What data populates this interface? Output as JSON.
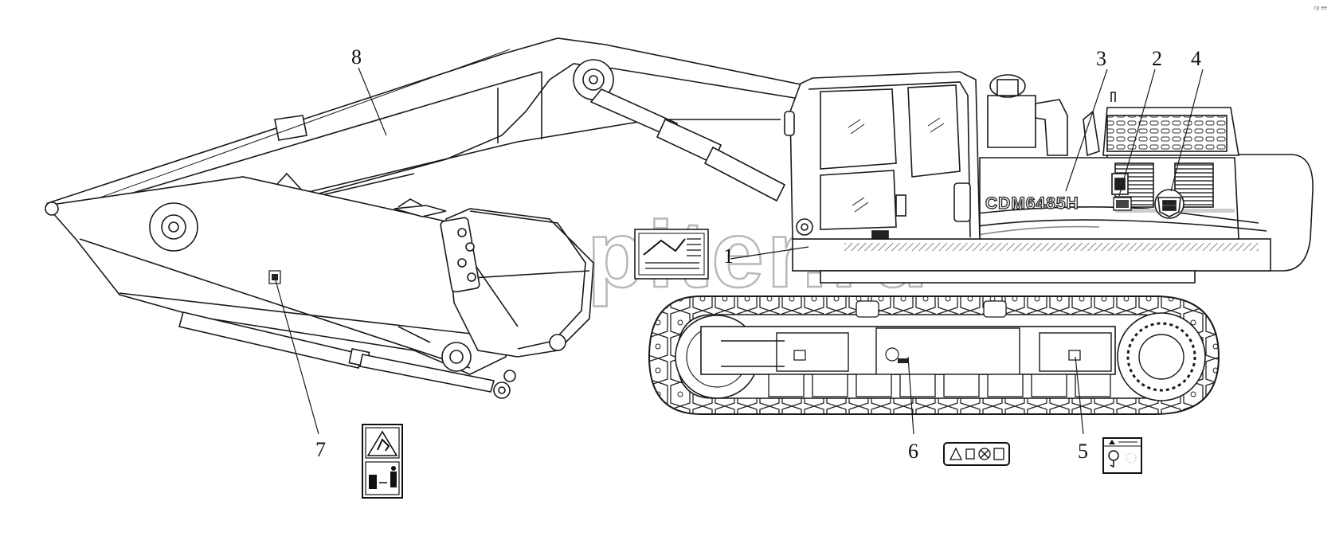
{
  "model_label": "CDM6485H",
  "watermark": "autopiter.ru",
  "corner_mark": "гр ее",
  "callouts": [
    {
      "id": "1",
      "label": "1"
    },
    {
      "id": "2",
      "label": "2"
    },
    {
      "id": "3",
      "label": "3"
    },
    {
      "id": "4",
      "label": "4"
    },
    {
      "id": "5",
      "label": "5"
    },
    {
      "id": "6",
      "label": "6"
    },
    {
      "id": "7",
      "label": "7"
    },
    {
      "id": "8",
      "label": "8"
    }
  ],
  "colors": {
    "line": "#1a1a1a",
    "hatch": "#7a7a7a",
    "watermark": "#b8b8b8",
    "background": "#ffffff"
  },
  "icons": [
    "excavator-boom-icon",
    "crawler-track-icon",
    "cab-icon",
    "engine-hood-icon",
    "safety-decal-icon",
    "logo-badge-icon"
  ]
}
